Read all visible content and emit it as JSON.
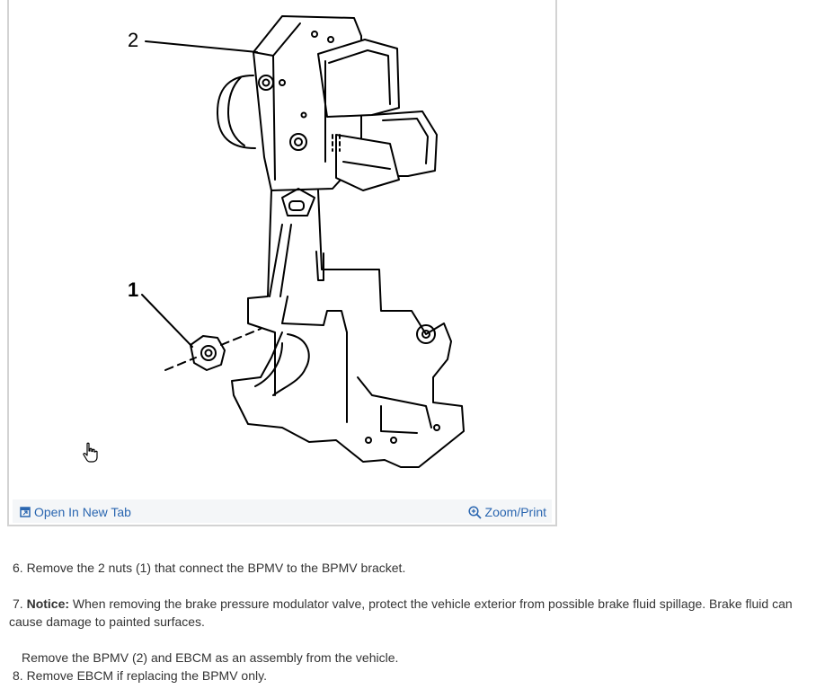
{
  "figure": {
    "callouts": [
      "1",
      "2"
    ],
    "open_tab_label": "Open In New Tab",
    "open_tab_icon": "open-in-new-tab-icon",
    "zoom_label": "Zoom/Print",
    "zoom_icon": "zoom-in-icon",
    "link_color": "#2a66b0"
  },
  "steps": {
    "step6": "6. Remove the 2 nuts (1) that connect the BPMV to the BPMV bracket.",
    "step7_prefix": "7.",
    "step7_notice_label": "Notice:",
    "step7_text": "When removing the brake pressure modulator valve, protect the vehicle exterior from possible brake fluid spillage. Brake fluid can cause damage to painted surfaces.",
    "step7_sub": "Remove the BPMV (2) and EBCM as an assembly from the vehicle.",
    "step8": "8. Remove EBCM if replacing the BPMV only."
  }
}
